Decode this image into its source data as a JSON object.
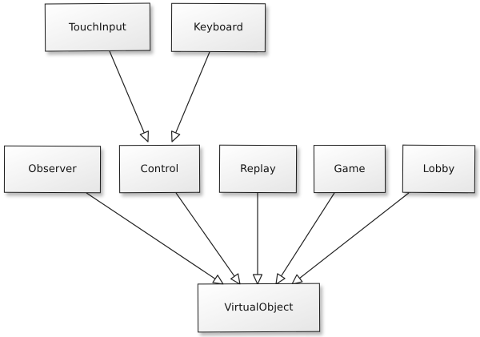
{
  "diagram": {
    "nodes": [
      {
        "id": "touchinput",
        "label": "TouchInput"
      },
      {
        "id": "keyboard",
        "label": "Keyboard"
      },
      {
        "id": "observer",
        "label": "Observer"
      },
      {
        "id": "control",
        "label": "Control"
      },
      {
        "id": "replay",
        "label": "Replay"
      },
      {
        "id": "game",
        "label": "Game"
      },
      {
        "id": "lobby",
        "label": "Lobby"
      },
      {
        "id": "virtualobject",
        "label": "VirtualObject"
      }
    ],
    "edges": [
      {
        "from": "touchinput",
        "to": "control",
        "arrow": "hollow-triangle"
      },
      {
        "from": "keyboard",
        "to": "control",
        "arrow": "hollow-triangle"
      },
      {
        "from": "observer",
        "to": "virtualobject",
        "arrow": "hollow-triangle"
      },
      {
        "from": "control",
        "to": "virtualobject",
        "arrow": "hollow-triangle"
      },
      {
        "from": "replay",
        "to": "virtualobject",
        "arrow": "hollow-triangle"
      },
      {
        "from": "game",
        "to": "virtualobject",
        "arrow": "hollow-triangle"
      },
      {
        "from": "lobby",
        "to": "virtualobject",
        "arrow": "hollow-triangle"
      }
    ]
  }
}
